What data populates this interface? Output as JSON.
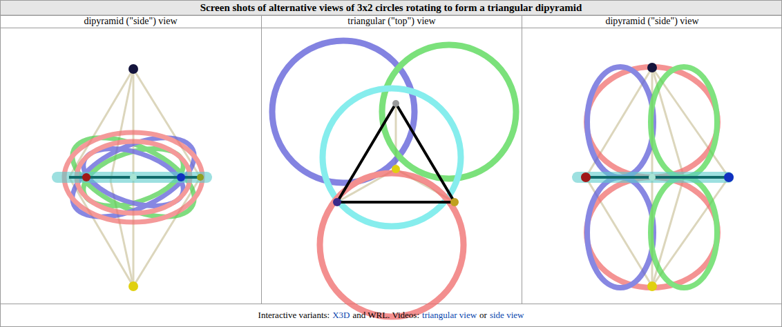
{
  "diagram": {
    "title": "Screen shots of alternative views of 3x2 circles rotating to form a triangular dipyramid",
    "labels": [
      "dipyramid (\"side\") view",
      "triangular (\"top\") view",
      "dipyramid (\"side\") view",
      "Interactive variants:",
      "X3D",
      "and WRL. Videos:",
      "triangular view",
      "or",
      "side view"
    ]
  }
}
